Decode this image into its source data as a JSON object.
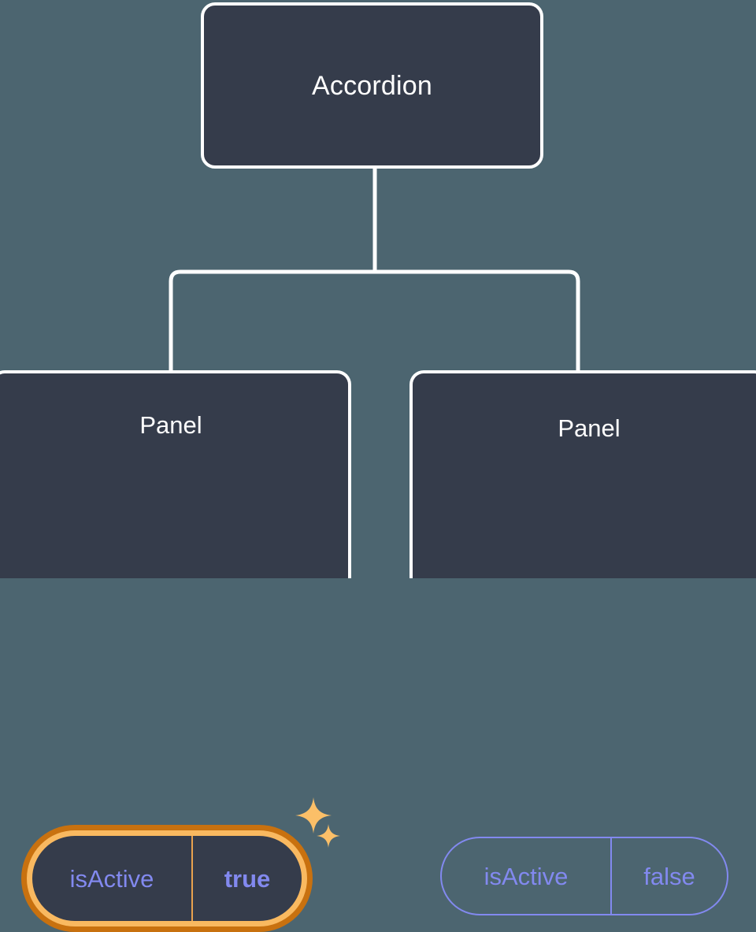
{
  "canvas": {
    "background_color": "#4C6570",
    "node_fill_color": "#353C4B",
    "node_border_color": "#FFFFFF",
    "connector_color": "#FFFFFF",
    "prop_text_color": "#8289EF",
    "highlight_outer_ring_color": "#C8710F",
    "highlight_inner_ring_color": "#F9B960",
    "sparkle_color": "#FBBF68"
  },
  "tree": {
    "root": {
      "title": "Accordion"
    },
    "children": [
      {
        "title": "Panel",
        "highlighted": true,
        "prop": {
          "key": "isActive",
          "value": "true"
        },
        "sparkles": [
          {
            "name": "sparkle-large-icon"
          },
          {
            "name": "sparkle-small-icon"
          }
        ]
      },
      {
        "title": "Panel",
        "highlighted": false,
        "prop": {
          "key": "isActive",
          "value": "false"
        }
      }
    ]
  }
}
